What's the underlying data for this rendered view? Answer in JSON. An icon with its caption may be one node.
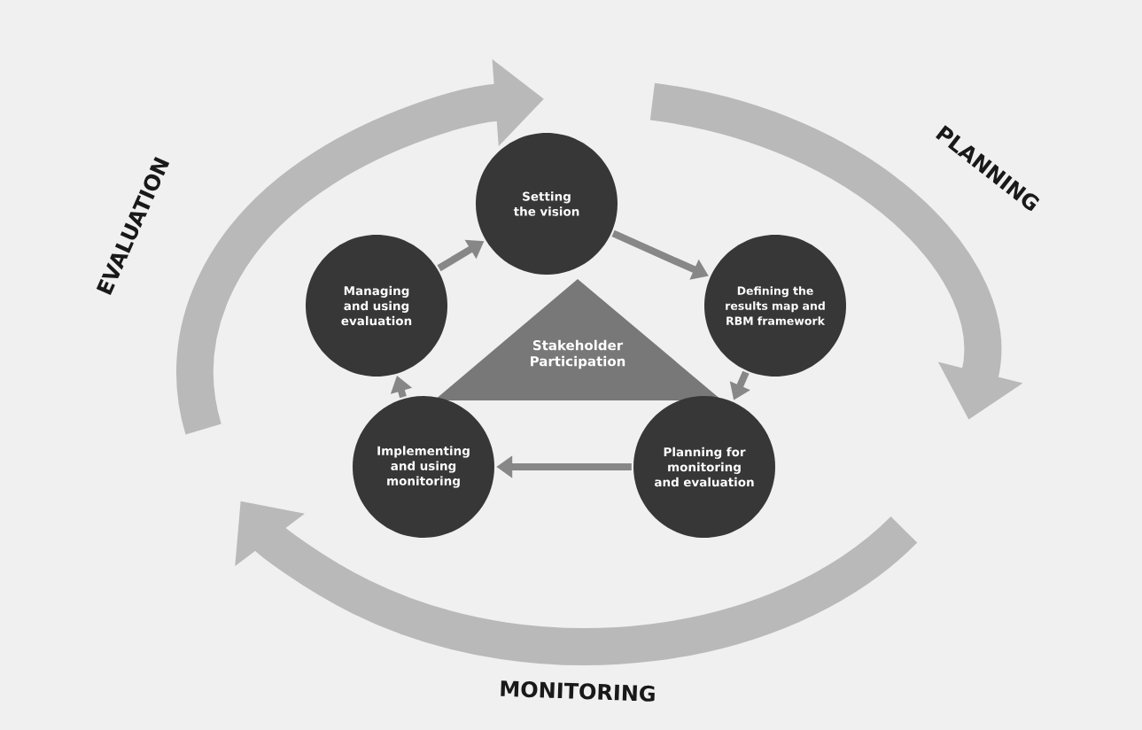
{
  "diagram": {
    "nodes": [
      {
        "text": [
          "Setting the vision"
        ]
      },
      {
        "text": [
          "Defining the results map and RBM framework"
        ]
      },
      {
        "text": [
          "Planning for monitoring and evaluation"
        ]
      },
      {
        "text": [
          "Implementing and using monitoring"
        ]
      },
      {
        "text": [
          "Managing and using evaluation"
        ]
      },
      {
        "text": [
          "Stakeholder Participation"
        ]
      }
    ],
    "edges": [
      {
        "from": 0,
        "to": 1,
        "arrow": "to"
      },
      {
        "from": 1,
        "to": 2,
        "arrow": "to"
      },
      {
        "from": 2,
        "to": 3,
        "arrow": "to"
      },
      {
        "from": 3,
        "to": 4,
        "arrow": "to"
      },
      {
        "from": 4,
        "to": 0,
        "arrow": "to"
      }
    ],
    "labels": [
      "EVALUATION",
      "PLANNING",
      "MONITORING"
    ]
  }
}
